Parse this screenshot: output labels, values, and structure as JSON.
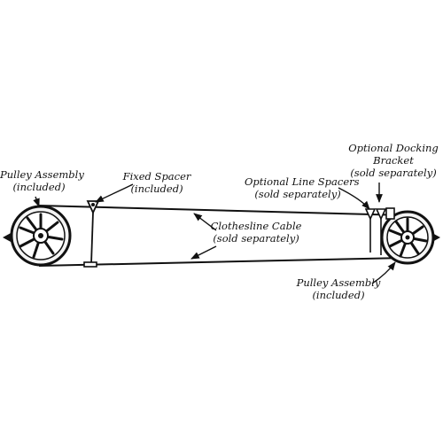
{
  "labels": {
    "pulley_left": {
      "line1": "Pulley Assembly",
      "line2": "(included)"
    },
    "fixed_spacer": {
      "line1": "Fixed Spacer",
      "line2": "(included)"
    },
    "clothesline_cable": {
      "line1": "Clothesline Cable",
      "line2": "(sold separately)"
    },
    "optional_spacers": {
      "line1": "Optional Line Spacers",
      "line2": "(sold separately)"
    },
    "docking_bracket": {
      "line1": "Optional Docking",
      "line2": "Bracket",
      "line3": "(sold separately)"
    },
    "pulley_right": {
      "line1": "Pulley Assembly",
      "line2": "(included)"
    }
  },
  "colors": {
    "ink": "#111111",
    "background": "#ffffff"
  }
}
